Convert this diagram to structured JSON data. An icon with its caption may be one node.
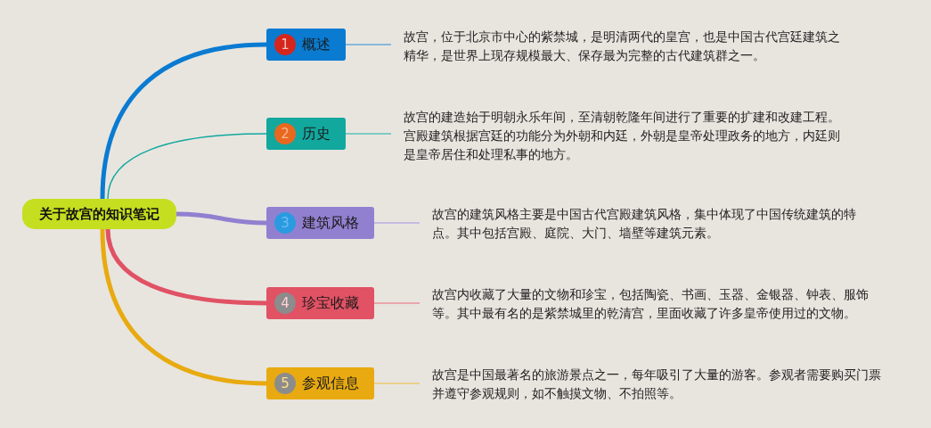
{
  "diagram": {
    "nodes": [
      {
        "text": [
          "关于故宫的知识笔记"
        ]
      },
      {
        "text": [
          "概述"
        ]
      },
      {
        "text": [
          "1"
        ],
        "in": 1
      },
      {
        "text": [
          "故宫，位于北京市中心的紫禁城，是明清两代的皇宫，也是中国古代宫廷建筑之精华，是世界上现存规模最大、保存最为完整的古代建筑群之一。"
        ]
      },
      {
        "text": [
          "历史"
        ]
      },
      {
        "text": [
          "2"
        ],
        "in": 4
      },
      {
        "text": [
          "故宫的建造始于明朝永乐年间，至清朝乾隆年间进行了重要的扩建和改建工程。宫殿建筑根据宫廷的功能分为外朝和内廷，外朝是皇帝处理政务的地方，内廷则是皇帝居住和处理私事的地方。"
        ]
      },
      {
        "text": [
          "建筑风格"
        ]
      },
      {
        "text": [
          "3"
        ],
        "in": 7
      },
      {
        "text": [
          "故宫的建筑风格主要是中国古代宫殿建筑风格，集中体现了中国传统建筑的特点。其中包括宫殿、庭院、大门、墙壁等建筑元素。"
        ]
      },
      {
        "text": [
          "珍宝收藏"
        ]
      },
      {
        "text": [
          "4"
        ],
        "in": 10
      },
      {
        "text": [
          "故宫内收藏了大量的文物和珍宝，包括陶瓷、书画、玉器、金银器、钟表、服饰等。其中最有名的是紫禁城里的乾清宫，里面收藏了许多皇帝使用过的文物。"
        ]
      },
      {
        "text": [
          "参观信息"
        ]
      },
      {
        "text": [
          "5"
        ],
        "in": 13
      },
      {
        "text": [
          "故宫是中国最著名的旅游景点之一，每年吸引了大量的游客。参观者需要购买门票并遵守参观规则，如不触摸文物、不拍照等。"
        ]
      }
    ],
    "edges": [
      {
        "from": 0,
        "to": 1,
        "arrow": "none",
        "style": "thick",
        "color": "#0a7bd1"
      },
      {
        "from": 0,
        "to": 4,
        "arrow": "none",
        "color": "#12a89e"
      },
      {
        "from": 0,
        "to": 7,
        "arrow": "none",
        "style": "thick",
        "color": "#9180d0"
      },
      {
        "from": 0,
        "to": 10,
        "arrow": "none",
        "style": "thick",
        "color": "#e05264"
      },
      {
        "from": 0,
        "to": 13,
        "arrow": "none",
        "style": "thick",
        "color": "#e8aa10"
      },
      {
        "from": 1,
        "to": 3,
        "arrow": "none",
        "color": "#6aa8d8"
      },
      {
        "from": 4,
        "to": 6,
        "arrow": "none",
        "color": "#5cc0b8"
      },
      {
        "from": 7,
        "to": 9,
        "arrow": "none",
        "color": "#b8acdf"
      },
      {
        "from": 10,
        "to": 12,
        "arrow": "none",
        "color": "#e8909a"
      },
      {
        "from": 13,
        "to": 15,
        "arrow": "none",
        "color": "#ecc870"
      }
    ]
  }
}
